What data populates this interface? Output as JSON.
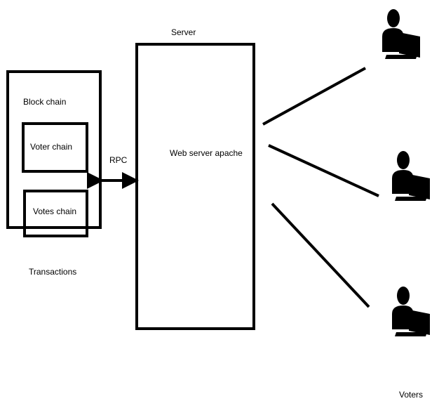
{
  "colors": {
    "stroke": "#000000",
    "background": "#ffffff"
  },
  "labels": {
    "blockchain": "Block chain",
    "voter_chain": "Voter chain",
    "votes_chain": "Votes chain",
    "transactions": "Transactions",
    "rpc": "RPC",
    "server": "Server",
    "web_server": "Web server apache",
    "voters": "Voters"
  },
  "voters": [
    {
      "icon": "person-at-computer-icon"
    },
    {
      "icon": "person-at-computer-icon"
    },
    {
      "icon": "person-at-computer-icon"
    }
  ]
}
